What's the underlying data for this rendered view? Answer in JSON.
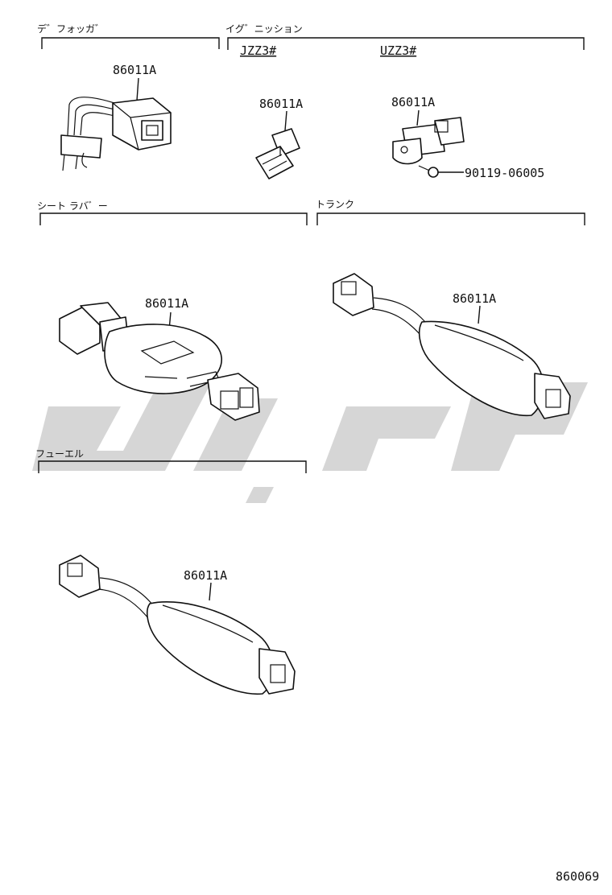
{
  "sections": {
    "defogger": {
      "title": "デ゛フォッガ゛",
      "part_no": "86011A"
    },
    "ignition": {
      "title": "イグ゛ニッション",
      "variants": [
        "JZZ3#",
        "UZZ3#"
      ],
      "jzz_part_no": "86011A",
      "uzz_part_no": "86011A",
      "bolt_no": "90119-06005"
    },
    "seat_rubber": {
      "title": "シート ラバ゛ー",
      "part_no": "86011A"
    },
    "trunk": {
      "title": "トランク",
      "part_no": "86011A"
    },
    "fuel": {
      "title": "フューエル",
      "part_no": "86011A"
    }
  },
  "diagram_no": "860069",
  "watermark": {
    "color": "#d6d6d6"
  }
}
